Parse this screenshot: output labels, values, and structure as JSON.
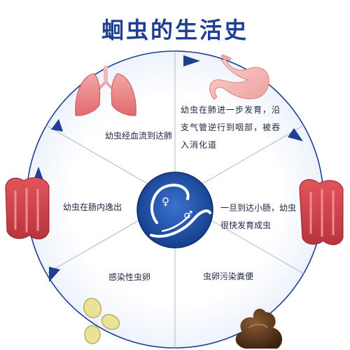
{
  "title": "蛔虫的生活史",
  "stages": [
    {
      "id": "lung",
      "text": "幼虫经血流到达肺",
      "organ": "lungs-icon"
    },
    {
      "id": "stomach",
      "text": "幼虫在肺进一步发育，沿支气管逆行到咽部，被吞入消化道",
      "organ": "stomach-icon"
    },
    {
      "id": "small-intestine",
      "text": "一旦到达小肠，幼虫很快发育成虫",
      "organ": "intestine-icon"
    },
    {
      "id": "feces",
      "text": "虫卵污染粪便",
      "organ": "feces-icon"
    },
    {
      "id": "eggs",
      "text": "感染性虫卵",
      "organ": "eggs-icon"
    },
    {
      "id": "intestine-escape",
      "text": "幼虫在肠内逸出",
      "organ": "intestine-icon"
    }
  ],
  "center": {
    "female_symbol": "♀",
    "male_symbol": "♂"
  },
  "colors": {
    "title": "#1e3f92",
    "arrow": "#1e3f92",
    "ring": "#1e3f92",
    "hub": "#1d4aa0"
  }
}
